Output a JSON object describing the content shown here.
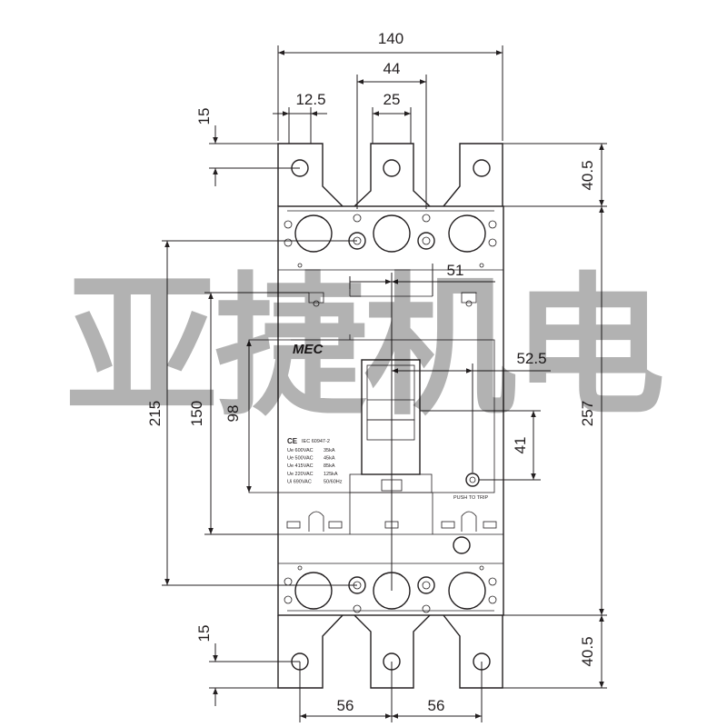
{
  "dimensions": {
    "width_140": "140",
    "width_44": "44",
    "width_12_5": "12.5",
    "width_25": "25",
    "height_15_top": "15",
    "height_40_5_top": "40.5",
    "width_51": "51",
    "width_52_5": "52.5",
    "height_215": "215",
    "height_150": "150",
    "height_98": "98",
    "height_41": "41",
    "height_257": "257",
    "height_15_bottom": "15",
    "height_40_5_bottom": "40.5",
    "width_56_left": "56",
    "width_56_right": "56"
  },
  "nameplate": {
    "logo": "MEC",
    "standard": "IEC 60947-2",
    "ratings": [
      {
        "label": "Ue 600VAC",
        "value": "35kA"
      },
      {
        "label": "Ue 500VAC",
        "value": "45kA"
      },
      {
        "label": "Ue 415VAC",
        "value": "85kA"
      },
      {
        "label": "Ue 220VAC",
        "value": "125kA"
      },
      {
        "label": "Ui 690VAC",
        "value": "50/60Hz"
      }
    ],
    "push_to_trip": "PUSH TO TRIP"
  },
  "watermark": "亚捷机电"
}
